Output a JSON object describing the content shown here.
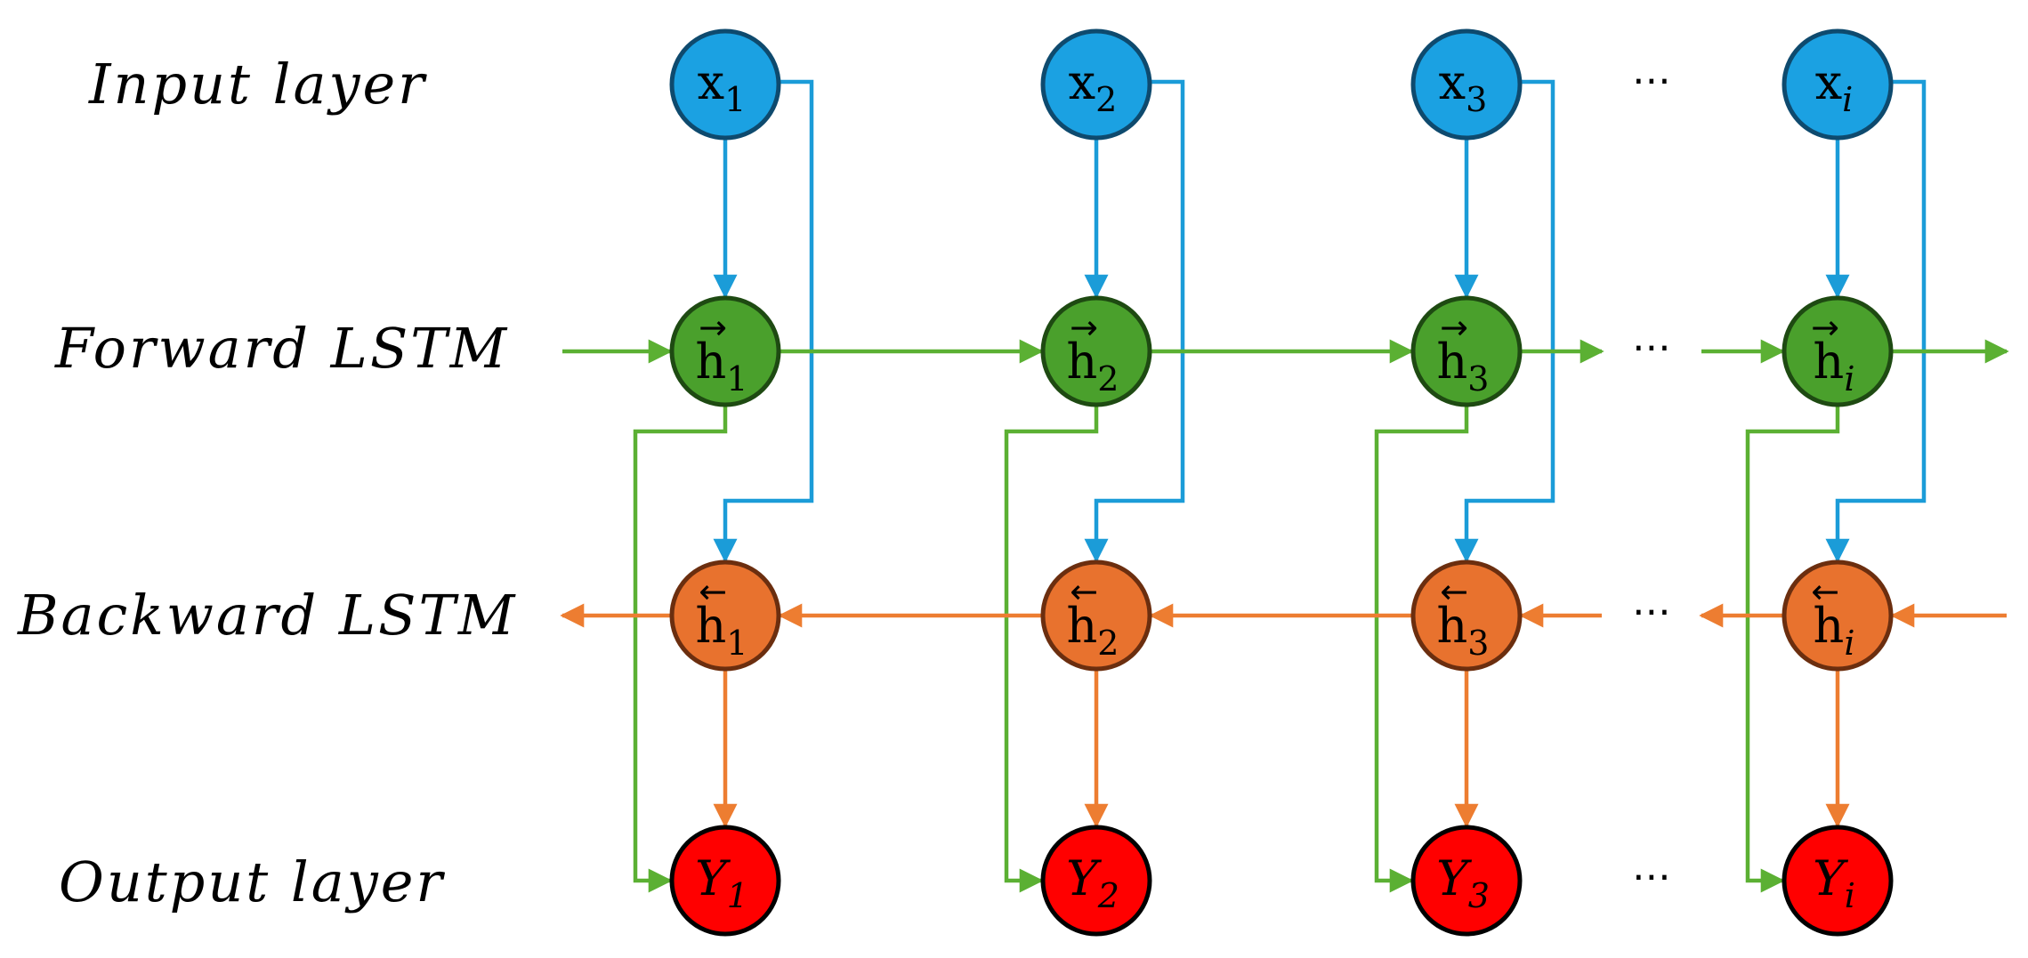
{
  "row_labels": {
    "input": "Input layer",
    "forward": "Forward LSTM",
    "backward": "Backward LSTM",
    "output": "Output layer"
  },
  "colors": {
    "input_node_fill": "#1BA1E2",
    "input_node_stroke": "#0E4A6E",
    "forward_node_fill": "#4AA02C",
    "forward_node_stroke": "#1E4A12",
    "backward_node_fill": "#E8722E",
    "backward_node_stroke": "#6B2E0F",
    "output_node_fill": "#FF0000",
    "output_node_stroke": "#000000",
    "input_edge": "#1B9CD8",
    "forward_edge": "#5BB033",
    "backward_edge": "#ED7D31"
  },
  "timesteps": [
    {
      "input": {
        "base": "x",
        "sub": "1"
      },
      "forward": {
        "base": "h",
        "sub": "1",
        "arrow": "→"
      },
      "backward": {
        "base": "h",
        "sub": "1",
        "arrow": "←"
      },
      "output": {
        "base": "Y",
        "sub": "1"
      }
    },
    {
      "input": {
        "base": "x",
        "sub": "2"
      },
      "forward": {
        "base": "h",
        "sub": "2",
        "arrow": "→"
      },
      "backward": {
        "base": "h",
        "sub": "2",
        "arrow": "←"
      },
      "output": {
        "base": "Y",
        "sub": "2"
      }
    },
    {
      "input": {
        "base": "x",
        "sub": "3"
      },
      "forward": {
        "base": "h",
        "sub": "3",
        "arrow": "→"
      },
      "backward": {
        "base": "h",
        "sub": "3",
        "arrow": "←"
      },
      "output": {
        "base": "Y",
        "sub": "3"
      }
    },
    {
      "input": {
        "base": "x",
        "sub": "i"
      },
      "forward": {
        "base": "h",
        "sub": "i",
        "arrow": "→"
      },
      "backward": {
        "base": "h",
        "sub": "i",
        "arrow": "←"
      },
      "output": {
        "base": "Y",
        "sub": "i"
      }
    }
  ],
  "ellipsis": "⋯"
}
